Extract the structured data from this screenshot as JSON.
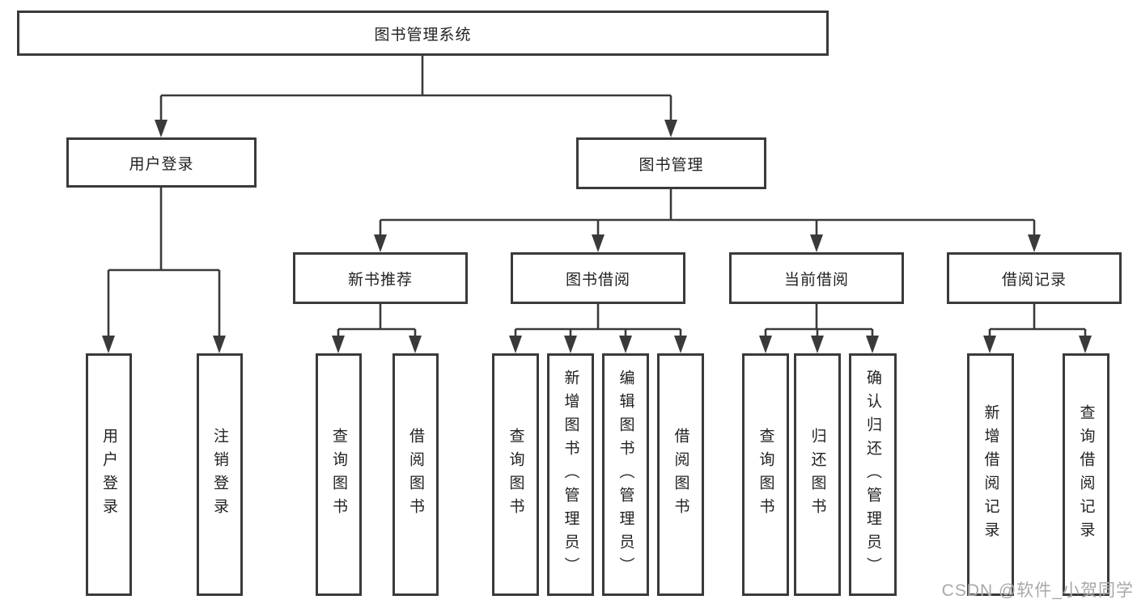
{
  "tree": {
    "root": {
      "label": "图书管理系统"
    },
    "branches": [
      {
        "label": "用户登录",
        "children": [
          {
            "label": "用户登录"
          },
          {
            "label": "注销登录"
          }
        ]
      },
      {
        "label": "图书管理",
        "children": [
          {
            "label": "新书推荐",
            "children": [
              {
                "label": "查询图书"
              },
              {
                "label": "借阅图书"
              }
            ]
          },
          {
            "label": "图书借阅",
            "children": [
              {
                "label": "查询图书"
              },
              {
                "label": "新增图书（管理员）"
              },
              {
                "label": "编辑图书（管理员）"
              },
              {
                "label": "借阅图书"
              }
            ]
          },
          {
            "label": "当前借阅",
            "children": [
              {
                "label": "查询图书"
              },
              {
                "label": "归还图书"
              },
              {
                "label": "确认归还（管理员）"
              }
            ]
          },
          {
            "label": "借阅记录",
            "children": [
              {
                "label": "新增借阅记录"
              },
              {
                "label": "查询借阅记录"
              }
            ]
          }
        ]
      }
    ]
  },
  "watermark": {
    "text": "CSDN @软件_小贺同学"
  },
  "colors": {
    "line": "#3a3a3a",
    "box_border": "#3a3a3a",
    "text": "#222222",
    "watermark": "#a8a8a8",
    "background": "#ffffff"
  }
}
